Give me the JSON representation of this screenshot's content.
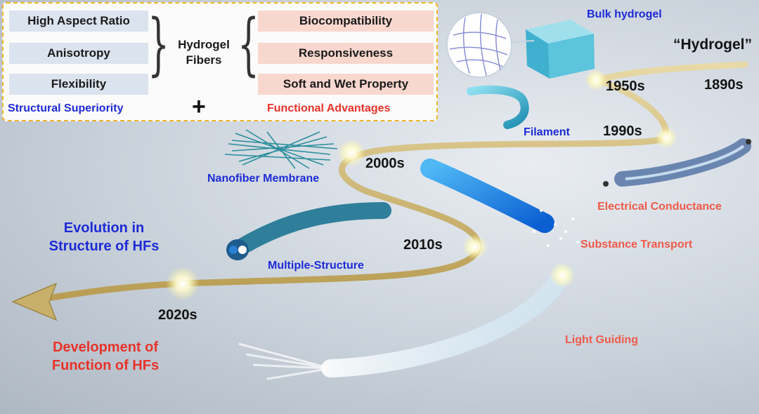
{
  "panel": {
    "structural_items": [
      "High Aspect Ratio",
      "Anisotropy",
      "Flexibility"
    ],
    "functional_items": [
      "Biocompatibility",
      "Responsiveness",
      "Soft and Wet Property"
    ],
    "center_label_line1": "Hydrogel",
    "center_label_line2": "Fibers",
    "structural_caption": "Structural Superiority",
    "functional_caption": "Functional Advantages",
    "plus": "+"
  },
  "timeline": {
    "y1890": "1890s",
    "y1950": "1950s",
    "y1990": "1990s",
    "y2000": "2000s",
    "y2010": "2010s",
    "y2020": "2020s",
    "hydrogel_quote": "“Hydrogel”"
  },
  "structures": {
    "bulk": "Bulk hydrogel",
    "filament": "Filament",
    "nanofiber": "Nanofiber Membrane",
    "multiple": "Multiple-Structure"
  },
  "functions": {
    "electrical": "Electrical Conductance",
    "transport": "Substance Transport",
    "light": "Light Guiding"
  },
  "side_titles": {
    "evolution_l1": "Evolution in",
    "evolution_l2": "Structure of HFs",
    "development_l1": "Development of",
    "development_l2": "Function of HFs"
  }
}
